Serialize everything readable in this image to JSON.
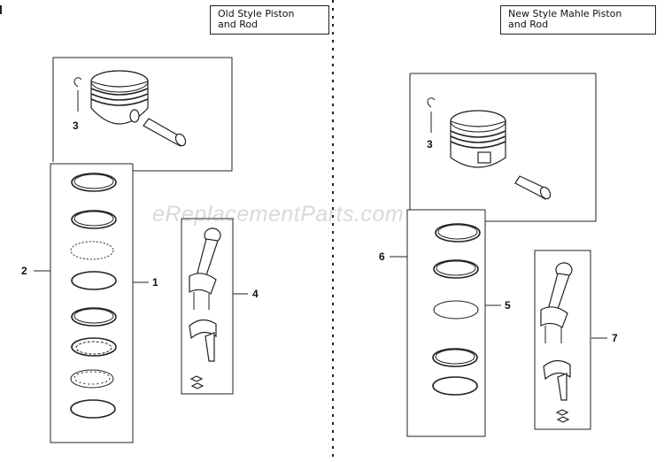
{
  "labels": {
    "old_style": "Old Style Piston\nand Rod",
    "new_style": "New Style Mahle Piston\nand Rod"
  },
  "callouts": {
    "left_3": "3",
    "left_2": "2",
    "left_1": "1",
    "left_4": "4",
    "right_3": "3",
    "right_6": "6",
    "right_5": "5",
    "right_7": "7"
  },
  "watermark": "eReplacementParts.com"
}
